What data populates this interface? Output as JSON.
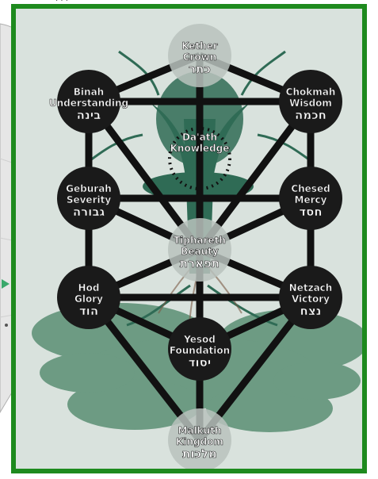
{
  "page": {
    "top_fragment": "· · ·",
    "colors": {
      "frame_border": "#1e8a1e",
      "panel_bg": "#d9e2dd",
      "tree": "#2f6b55",
      "foliage": "#3d7a5a",
      "path": "#111111",
      "sephira_dark": "#1a1a1a",
      "sephira_light": "#b9c2bd",
      "text_light": "#ffffff"
    }
  },
  "sephiroth": [
    {
      "id": "kether",
      "name": "Kether",
      "meaning": "Crown",
      "hebrew": "כתר",
      "tone": "light"
    },
    {
      "id": "chokmah",
      "name": "Chokmah",
      "meaning": "Wisdom",
      "hebrew": "חכמה",
      "tone": "dark"
    },
    {
      "id": "binah",
      "name": "Binah",
      "meaning": "Understanding",
      "hebrew": "בינה",
      "tone": "dark"
    },
    {
      "id": "daath",
      "name": "Da'ath",
      "meaning": "Knowledge",
      "hebrew": "",
      "tone": "dotted"
    },
    {
      "id": "chesed",
      "name": "Chesed",
      "meaning": "Mercy",
      "hebrew": "חסד",
      "tone": "dark"
    },
    {
      "id": "geburah",
      "name": "Geburah",
      "meaning": "Severity",
      "hebrew": "גבורה",
      "tone": "dark"
    },
    {
      "id": "tiphareth",
      "name": "Tiphareth",
      "meaning": "Beauty",
      "hebrew": "תפארת",
      "tone": "light"
    },
    {
      "id": "netzach",
      "name": "Netzach",
      "meaning": "Victory",
      "hebrew": "נצח",
      "tone": "dark"
    },
    {
      "id": "hod",
      "name": "Hod",
      "meaning": "Glory",
      "hebrew": "הוד",
      "tone": "dark"
    },
    {
      "id": "yesod",
      "name": "Yesod",
      "meaning": "Foundation",
      "hebrew": "יסוד",
      "tone": "dark"
    },
    {
      "id": "malkuth",
      "name": "Malkuth",
      "meaning": "Kingdom",
      "hebrew": "מלכות",
      "tone": "light"
    }
  ],
  "paths": [
    [
      "kether",
      "chokmah"
    ],
    [
      "kether",
      "binah"
    ],
    [
      "kether",
      "tiphareth"
    ],
    [
      "chokmah",
      "binah"
    ],
    [
      "chokmah",
      "chesed"
    ],
    [
      "chokmah",
      "tiphareth"
    ],
    [
      "binah",
      "geburah"
    ],
    [
      "binah",
      "tiphareth"
    ],
    [
      "chesed",
      "geburah"
    ],
    [
      "chesed",
      "tiphareth"
    ],
    [
      "chesed",
      "netzach"
    ],
    [
      "geburah",
      "tiphareth"
    ],
    [
      "geburah",
      "hod"
    ],
    [
      "tiphareth",
      "netzach"
    ],
    [
      "tiphareth",
      "hod"
    ],
    [
      "tiphareth",
      "yesod"
    ],
    [
      "netzach",
      "hod"
    ],
    [
      "netzach",
      "yesod"
    ],
    [
      "netzach",
      "malkuth"
    ],
    [
      "hod",
      "yesod"
    ],
    [
      "hod",
      "malkuth"
    ],
    [
      "yesod",
      "malkuth"
    ]
  ]
}
